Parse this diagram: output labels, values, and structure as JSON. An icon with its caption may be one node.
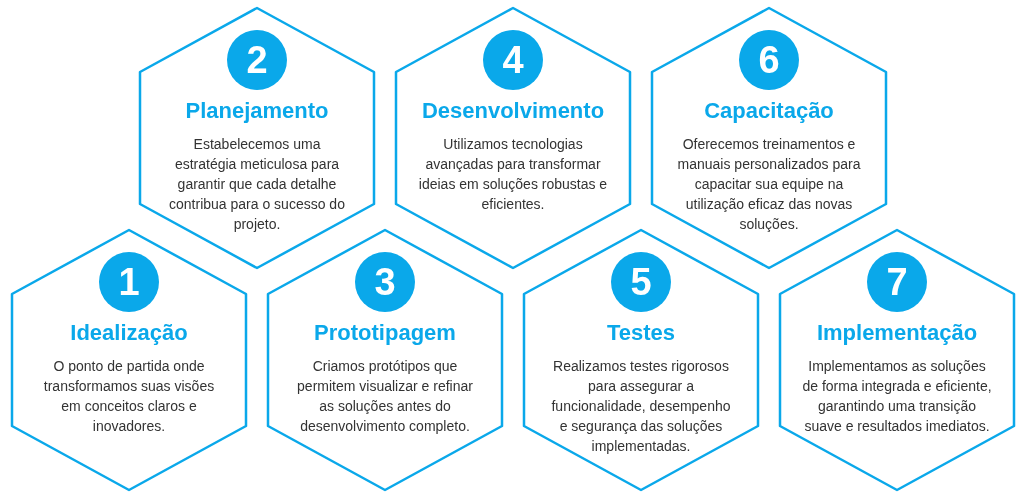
{
  "diagram": {
    "nodes": [
      {
        "text": [
          "1",
          "Idealização",
          "O ponto de partida onde transformamos suas visões em conceitos claros e inovadores."
        ]
      },
      {
        "text": [
          "2",
          "Planejamento",
          "Estabelecemos uma estratégia meticulosa para garantir que cada detalhe contribua para o sucesso do projeto."
        ]
      },
      {
        "text": [
          "3",
          "Prototipagem",
          "Criamos protótipos que permitem visualizar e refinar as soluções antes do desenvolvimento completo."
        ]
      },
      {
        "text": [
          "4",
          "Desenvolvimento",
          "Utilizamos tecnologias avançadas para transformar ideias em soluções robustas e eficientes."
        ]
      },
      {
        "text": [
          "5",
          "Testes",
          "Realizamos testes rigorosos para assegurar a funcionalidade, desempenho e segurança das soluções implementadas."
        ]
      },
      {
        "text": [
          "6",
          "Capacitação",
          "Oferecemos treinamentos e manuais personalizados para capacitar sua equipe na utilização eficaz das novas soluções."
        ]
      },
      {
        "text": [
          "7",
          "Implementação",
          "Implementamos as soluções de forma integrada e eficiente, garantindo uma transição suave e resultados imediatos."
        ]
      }
    ]
  }
}
